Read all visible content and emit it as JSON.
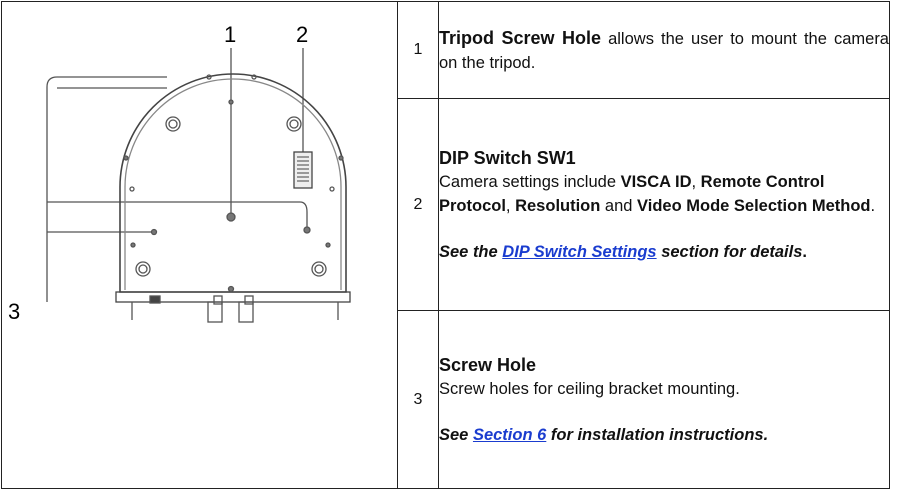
{
  "figure": {
    "callouts": [
      "1",
      "2",
      "3"
    ]
  },
  "rows": [
    {
      "number": "1",
      "title": "Tripod Screw Hole",
      "text": "allows the user to mount the camera on the tripod."
    },
    {
      "number": "2",
      "title": "DIP Switch SW1",
      "intro": "Camera settings include ",
      "item1": "VISCA ID",
      "sep1": ", ",
      "item2": "Remote Control Protocol",
      "sep2": ", ",
      "item3": "Resolution",
      "and": " and ",
      "item4": "Video Mode Selection Method",
      "end": ".",
      "note_pre": "See the ",
      "note_link": "DIP Switch Settings",
      "note_post": " section for details",
      "note_end": "."
    },
    {
      "number": "3",
      "title": "Screw Hole",
      "text": "Screw holes for ceiling bracket mounting.",
      "note_pre": "See ",
      "note_link": "Section 6",
      "note_post": " for installation instructions."
    }
  ]
}
